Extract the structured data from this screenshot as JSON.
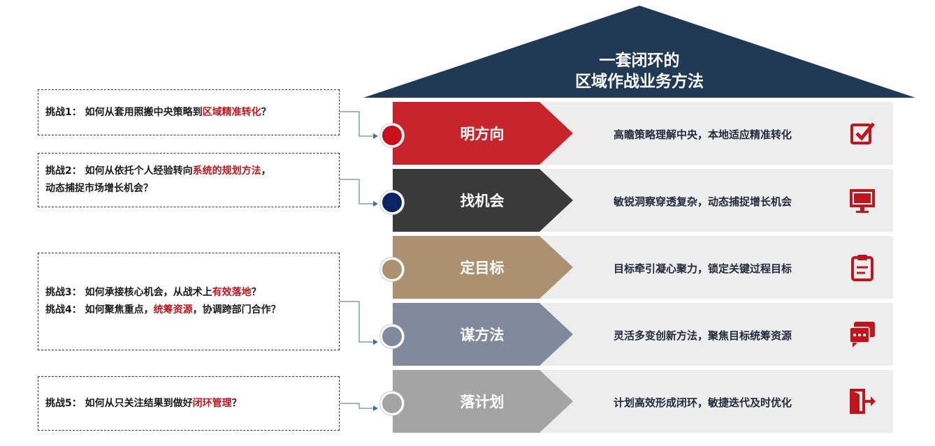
{
  "title": {
    "line1": "一套闭环的",
    "line2": "区域作战业务方法"
  },
  "colors": {
    "roof": "#203a55",
    "red": "#c0151c"
  },
  "rows": [
    {
      "label": "明方向",
      "desc": "高瞻策略理解中央，本地适应精准转化",
      "icon": "checkbox-icon",
      "color": "#c8242c",
      "dot": "#c8101a"
    },
    {
      "label": "找机会",
      "desc": "敏锐洞察穿透复杂，动态捕捉增长机会",
      "icon": "monitor-icon",
      "color": "#3a3a3a",
      "dot": "#0b2463"
    },
    {
      "label": "定目标",
      "desc": "目标牵引凝心聚力，锁定关键过程目标",
      "icon": "clipboard-icon",
      "color": "#ab916f",
      "dot": "#ab916f"
    },
    {
      "label": "谋方法",
      "desc": "灵活多变创新方法，聚焦目标统筹资源",
      "icon": "chat-icon",
      "color": "#818a9c",
      "dot": "#818a9c"
    },
    {
      "label": "落计划",
      "desc": "计划高效形成闭环，敏捷迭代及时优化",
      "icon": "exit-door-icon",
      "color": "#a4a4a4",
      "dot": "#a4a4a4"
    }
  ],
  "challenges": [
    {
      "lines": [
        [
          {
            "t": "挑战1：  如何从套用照搬中央策略到"
          },
          {
            "t": "区域精准转化",
            "hl": true
          },
          {
            "t": "？"
          }
        ]
      ]
    },
    {
      "lines": [
        [
          {
            "t": "挑战2：  如何从依托个人经验转向"
          },
          {
            "t": "系统的规划方法",
            "hl": true
          },
          {
            "t": "，"
          }
        ],
        [
          {
            "t": "动态捕捉市场增长机会？"
          }
        ]
      ]
    },
    {
      "lines": [
        [
          {
            "t": "挑战3：  如何承接核心机会，从战术上"
          },
          {
            "t": "有效落地",
            "hl": true
          },
          {
            "t": "？"
          }
        ],
        [
          {
            "t": "挑战4：  如何聚焦重点，"
          },
          {
            "t": "统筹资源",
            "hl": true
          },
          {
            "t": "，协调跨部门合作？"
          }
        ]
      ]
    },
    {
      "lines": [
        [
          {
            "t": "挑战5：  如何从只关注结果到做好"
          },
          {
            "t": "闭环管理",
            "hl": true
          },
          {
            "t": "？"
          }
        ]
      ]
    }
  ]
}
